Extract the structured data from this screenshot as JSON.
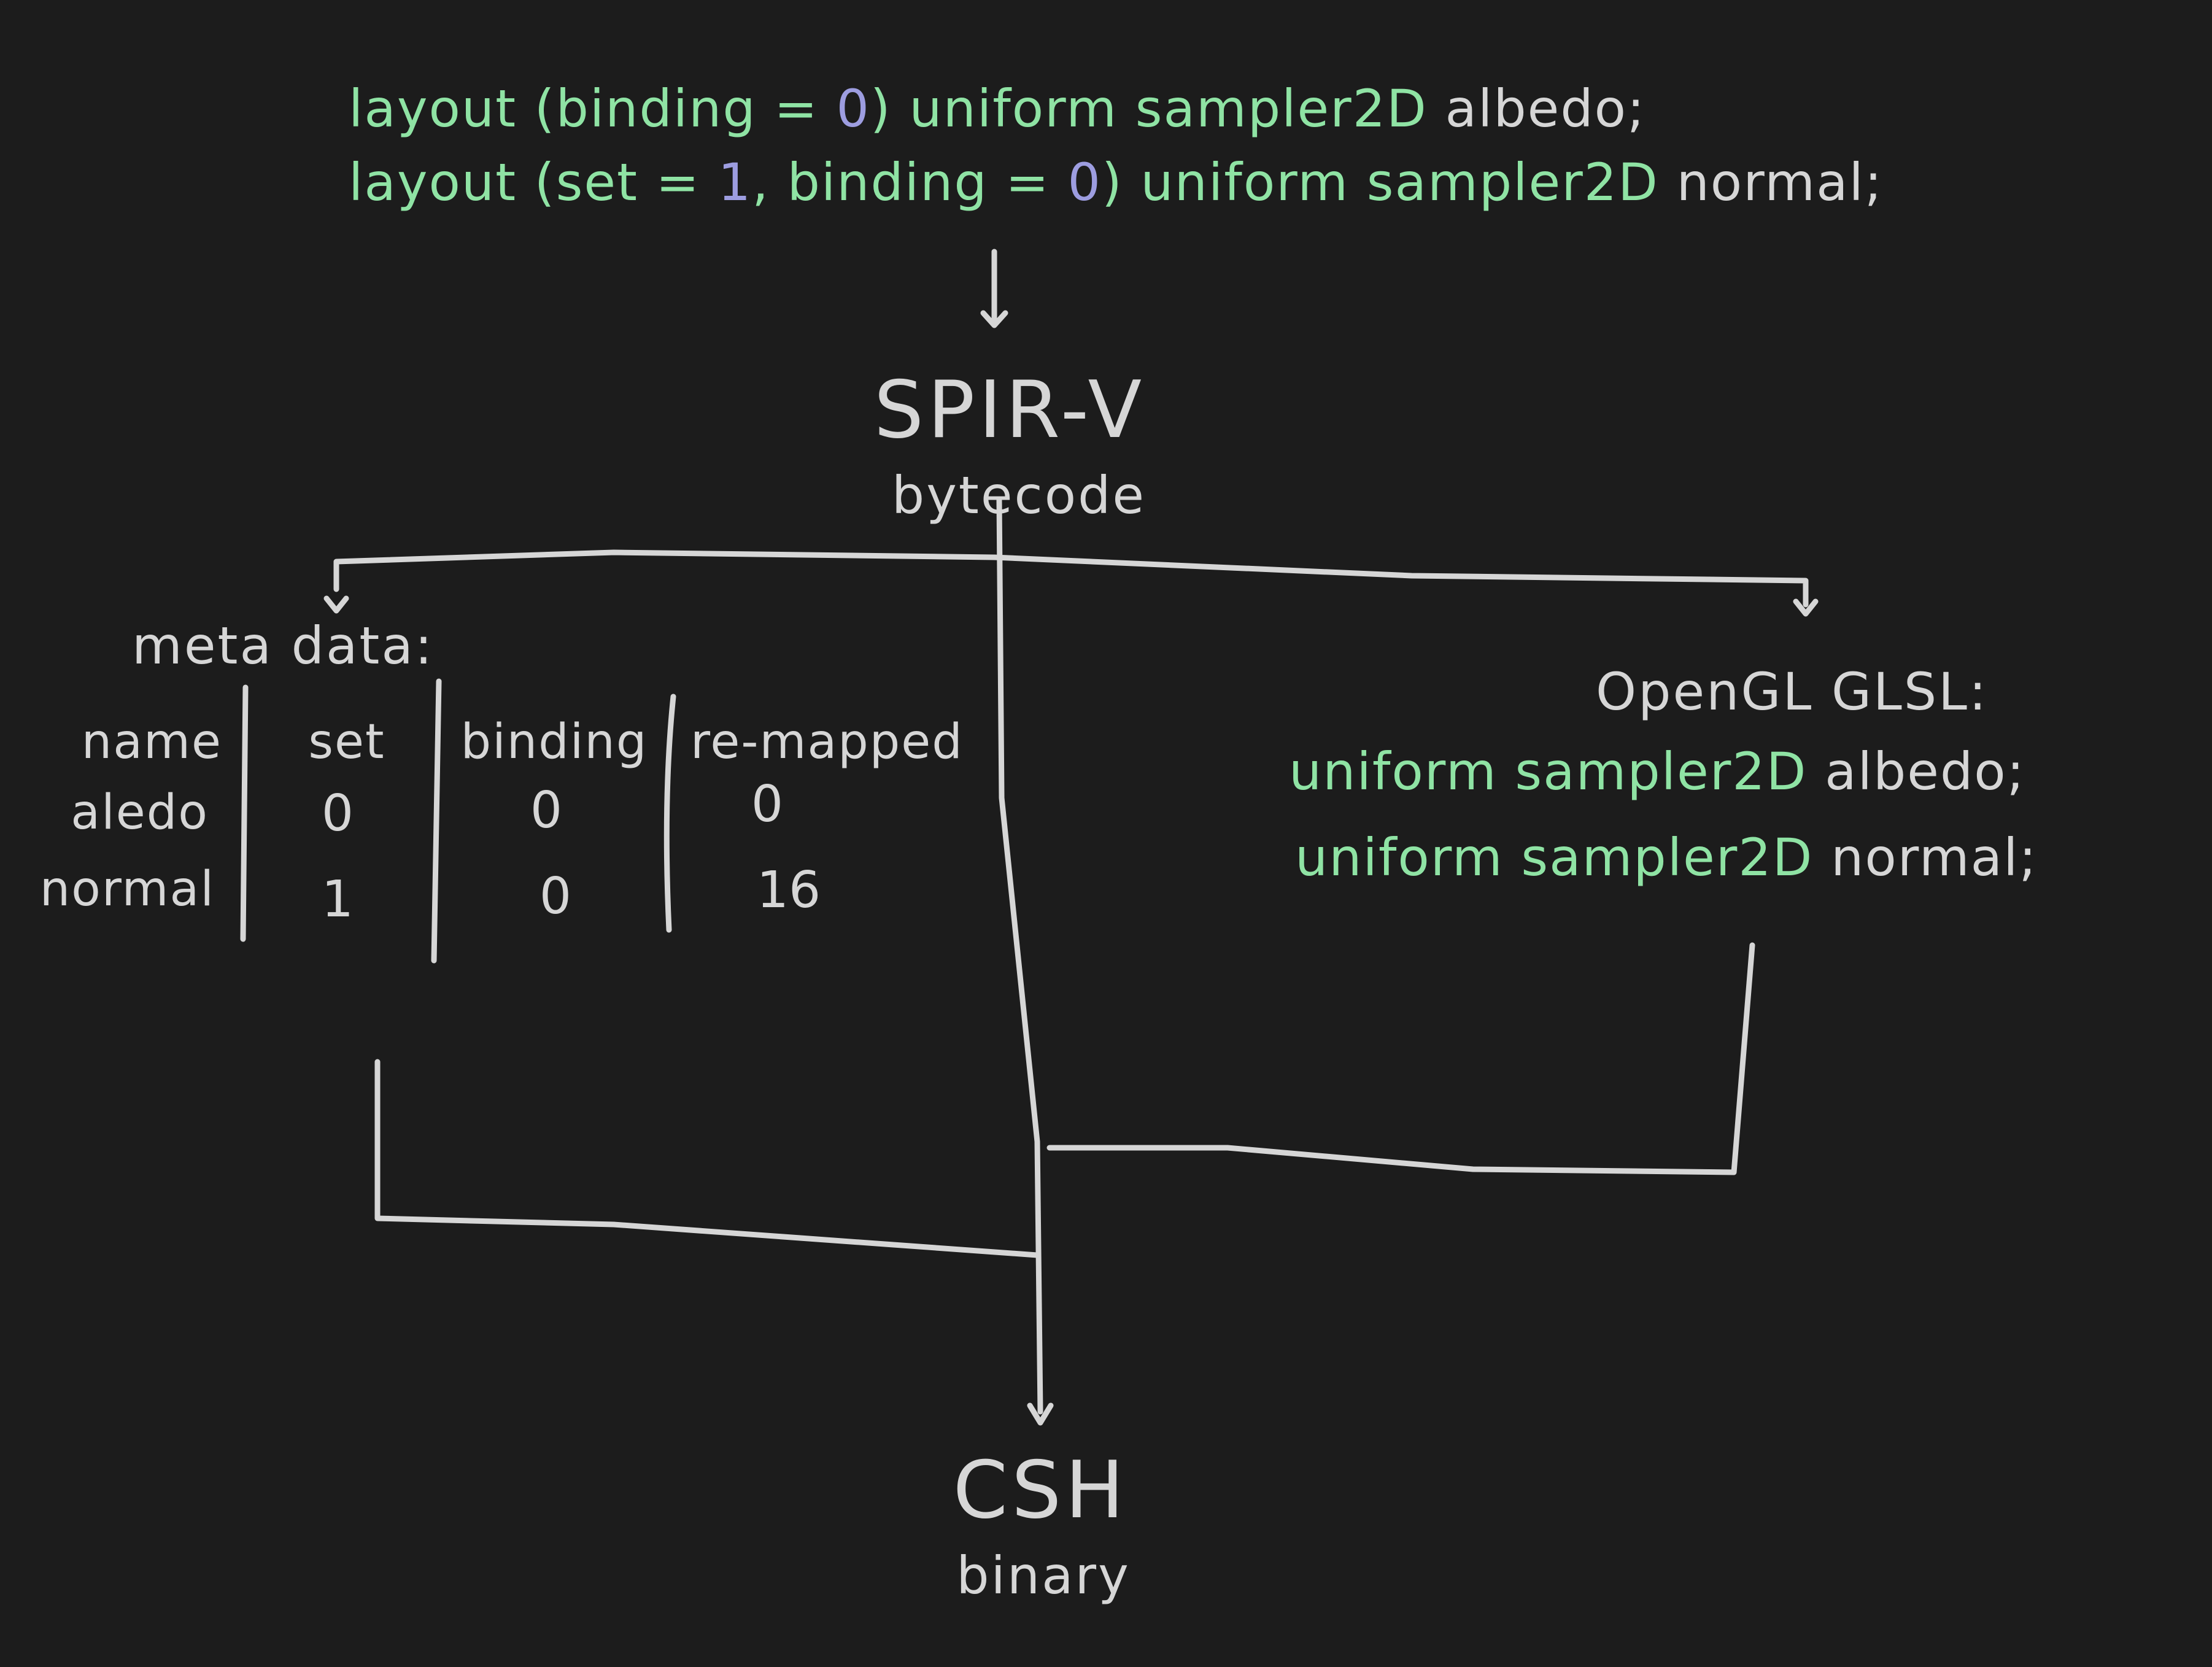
{
  "source_code": {
    "line1": {
      "a": "layout (binding = ",
      "b": "0",
      "c": ") uniform sampler2D ",
      "d": "albedo;"
    },
    "line2": {
      "a": "layout (set = ",
      "b": "1",
      "c": ", binding = ",
      "d": "0",
      "e": ") uniform sampler2D ",
      "f": "normal;"
    }
  },
  "spirv": {
    "title": "SPIR-V",
    "subtitle": "bytecode"
  },
  "metadata": {
    "title": "meta data:",
    "table": {
      "headers": [
        "name",
        "set",
        "binding",
        "re-mapped"
      ],
      "rows": [
        [
          "aledo",
          "0",
          "0",
          "0"
        ],
        [
          "normal",
          "1",
          "0",
          "16"
        ]
      ]
    }
  },
  "opengl": {
    "title": "OpenGL GLSL:",
    "line1": {
      "a": "uniform sampler2D ",
      "b": "albedo;"
    },
    "line2": {
      "a": "uniform sampler2D ",
      "b": "normal;"
    }
  },
  "csh": {
    "title": "CSH",
    "subtitle": "binary"
  },
  "colors": {
    "background": "#1c1c1c",
    "ink": "#d6d6d6",
    "code_green": "#8fe3a4",
    "literal_purple": "#9d9de0"
  }
}
